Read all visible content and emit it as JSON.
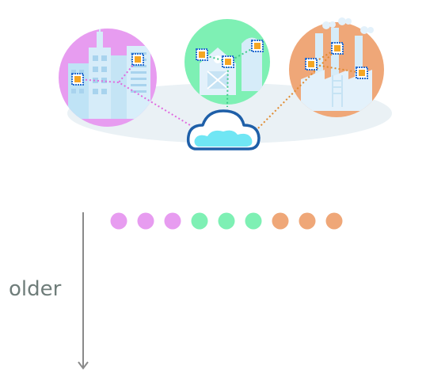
{
  "axis": {
    "label": "older"
  },
  "sources": [
    {
      "id": "city",
      "icon": "city-icon",
      "color": "#e79cf0",
      "line_color": "#e06adf"
    },
    {
      "id": "farm",
      "icon": "barn-icon",
      "color": "#7ef0b4",
      "line_color": "#3ec98a"
    },
    {
      "id": "factory",
      "icon": "factory-icon",
      "color": "#efa778",
      "line_color": "#e08a2e"
    }
  ],
  "cloud": {
    "icon": "cloud-icon",
    "outline_color": "#1e5fa8",
    "fill_color": "#70e6f4"
  },
  "ground": {
    "color": "#eaf1f5"
  },
  "chip": {
    "icon": "sensor-chip-icon",
    "fill": "#f5a623",
    "border": "#2a6fd1"
  },
  "message_stream": {
    "dot_sources": [
      "city",
      "city",
      "city",
      "farm",
      "farm",
      "farm",
      "factory",
      "factory",
      "factory"
    ]
  }
}
